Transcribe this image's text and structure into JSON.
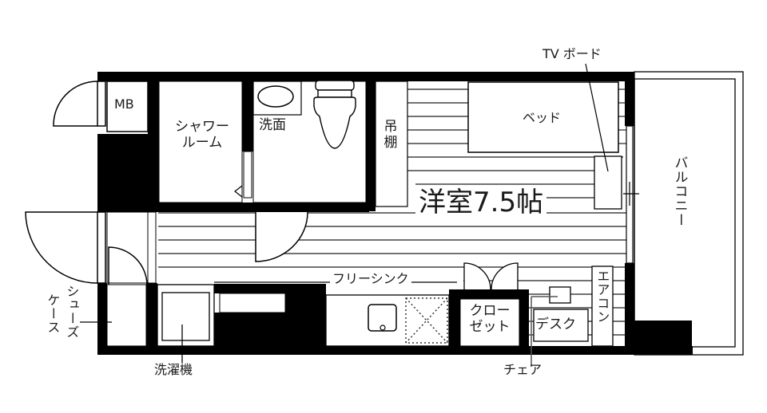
{
  "floor_plan": {
    "main_room": {
      "label": "洋室7.5帖",
      "type": "Western-style room",
      "size_jou": 7.5
    },
    "rooms": [
      {
        "id": "mb",
        "label": "MB"
      },
      {
        "id": "shower",
        "label": "シャワールーム",
        "lines": [
          "シャワー",
          "ルーム"
        ]
      },
      {
        "id": "washbasin",
        "label": "洗面"
      },
      {
        "id": "hanging-shelf",
        "label": "吊棚",
        "lines": [
          "吊",
          "棚"
        ]
      },
      {
        "id": "balcony",
        "label": "バルコニー"
      },
      {
        "id": "closet",
        "label": "クローゼット",
        "lines": [
          "クロー",
          "ゼット"
        ]
      }
    ],
    "furniture": [
      {
        "id": "bed",
        "label": "ベッド"
      },
      {
        "id": "tv-board",
        "label": "TV ボード"
      },
      {
        "id": "desk",
        "label": "デスク"
      },
      {
        "id": "chair",
        "label": "チェア"
      },
      {
        "id": "aircon",
        "label": "エアコン"
      },
      {
        "id": "free-sink",
        "label": "フリーシンク"
      },
      {
        "id": "washing-machine",
        "label": "洗濯機"
      },
      {
        "id": "shoe-case",
        "label": "シューズケース",
        "lines": [
          "シューズ",
          "ケース"
        ]
      }
    ],
    "colors": {
      "wall": "#000000",
      "line": "#333333",
      "background": "#ffffff"
    }
  }
}
